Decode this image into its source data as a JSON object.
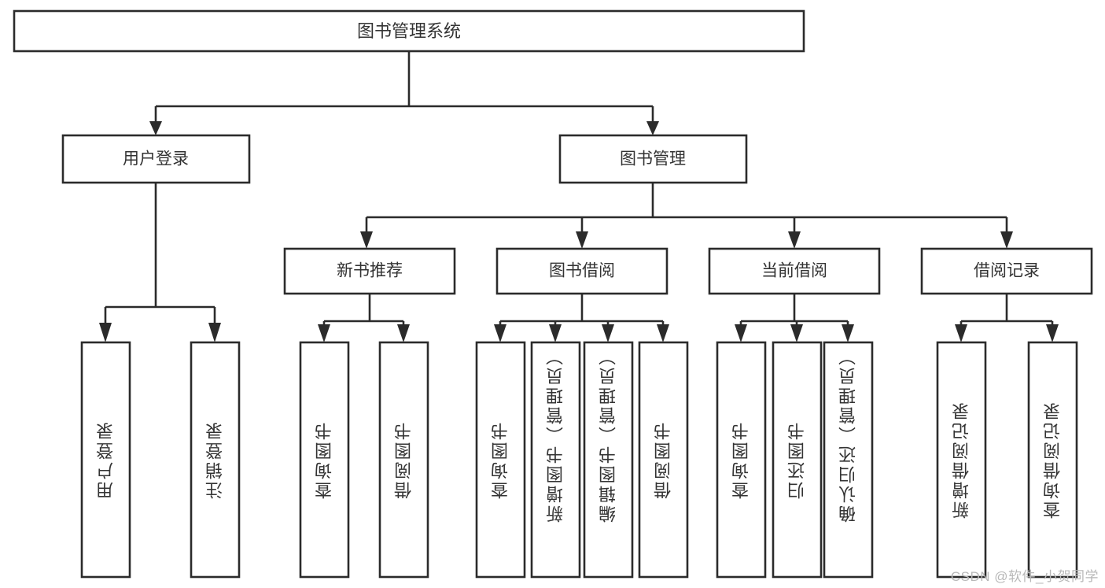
{
  "diagram": {
    "title": "图书管理系统",
    "type": "hierarchy-tree",
    "levels": 4,
    "root": {
      "id": "root",
      "label": "图书管理系统",
      "orientation": "horizontal"
    },
    "level2": [
      {
        "id": "user-login",
        "label": "用户登录",
        "orientation": "horizontal"
      },
      {
        "id": "book-manage",
        "label": "图书管理",
        "orientation": "horizontal"
      }
    ],
    "level3": [
      {
        "id": "new-book-recommend",
        "label": "新书推荐",
        "orientation": "horizontal",
        "parent": "book-manage"
      },
      {
        "id": "book-borrow",
        "label": "图书借阅",
        "orientation": "horizontal",
        "parent": "book-manage"
      },
      {
        "id": "current-borrow",
        "label": "当前借阅",
        "orientation": "horizontal",
        "parent": "book-manage"
      },
      {
        "id": "borrow-record",
        "label": "借阅记录",
        "orientation": "horizontal",
        "parent": "book-manage"
      }
    ],
    "leaves": [
      {
        "id": "leaf-user-login",
        "label": "用户登录",
        "parent": "user-login"
      },
      {
        "id": "leaf-user-logout",
        "label": "注销登录",
        "parent": "user-login"
      },
      {
        "id": "leaf-query-book-1",
        "label": "查询图书",
        "parent": "new-book-recommend"
      },
      {
        "id": "leaf-borrow-book-1",
        "label": "借阅图书",
        "parent": "new-book-recommend"
      },
      {
        "id": "leaf-query-book-2",
        "label": "查询图书",
        "parent": "book-borrow"
      },
      {
        "id": "leaf-add-book",
        "label": "新增图书（管理员）",
        "parent": "book-borrow"
      },
      {
        "id": "leaf-edit-book",
        "label": "编辑图书（管理员）",
        "parent": "book-borrow"
      },
      {
        "id": "leaf-borrow-book-2",
        "label": "借阅图书",
        "parent": "book-borrow"
      },
      {
        "id": "leaf-query-book-3",
        "label": "查询图书",
        "parent": "current-borrow"
      },
      {
        "id": "leaf-return-book",
        "label": "归还图书",
        "parent": "current-borrow"
      },
      {
        "id": "leaf-confirm-return",
        "label": "确认归还（管理员）",
        "parent": "current-borrow"
      },
      {
        "id": "leaf-add-record",
        "label": "新增借阅记录",
        "parent": "borrow-record"
      },
      {
        "id": "leaf-query-record",
        "label": "查询借阅记录",
        "parent": "borrow-record"
      }
    ],
    "watermark": "CSDN @软件_小贺同学",
    "colors": {
      "stroke": "#2b2b2b",
      "box_fill": "#ffffff",
      "text": "#333333",
      "background": "#ffffff",
      "watermark": "#b8b8b8"
    }
  }
}
